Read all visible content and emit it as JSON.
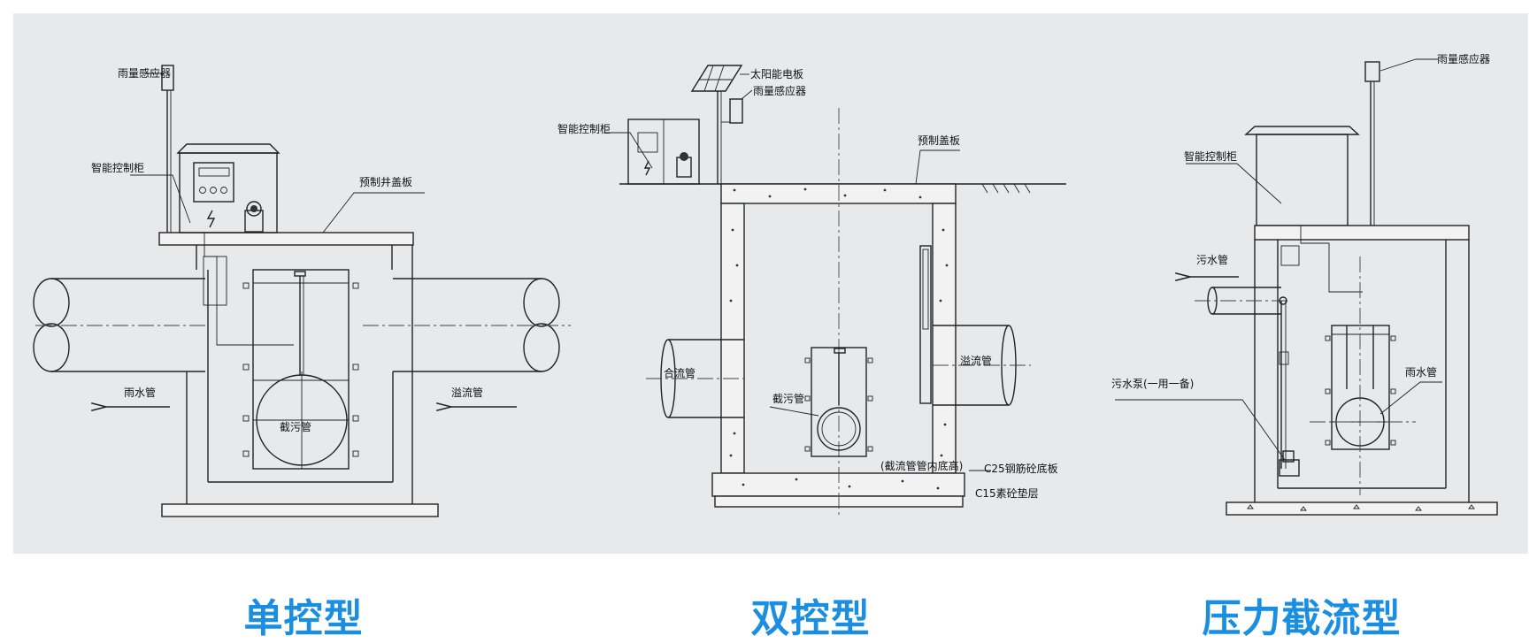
{
  "captions": {
    "single": "单控型",
    "dual": "双控型",
    "pressure": "压力截流型"
  },
  "colors": {
    "panel_bg": "#e8e9eb",
    "caption": "#1a8ee0",
    "line": "#222222"
  },
  "labels": {
    "d1": {
      "rain_sensor": "雨量感应器",
      "control_cabinet": "智能控制柜",
      "well_cover": "预制井盖板",
      "rain_pipe": "雨水管",
      "overflow_pipe": "溢流管",
      "intercept_pipe": "截污管"
    },
    "d2": {
      "solar_panel": "太阳能电板",
      "rain_sensor": "雨量感应器",
      "control_cabinet": "智能控制柜",
      "well_cover": "预制盖板",
      "combined_pipe": "合流管",
      "overflow_pipe": "溢流管",
      "intercept_pipe": "截污管",
      "invert_note": "(截流管管内底高)",
      "c25_slab": "C25钢筋砼底板",
      "c15_layer": "C15素砼垫层"
    },
    "d3": {
      "rain_sensor": "雨量感应器",
      "control_cabinet": "智能控制柜",
      "sewage_pipe": "污水管",
      "sewage_pump": "污水泵(一用一备)",
      "rain_pipe": "雨水管"
    }
  }
}
